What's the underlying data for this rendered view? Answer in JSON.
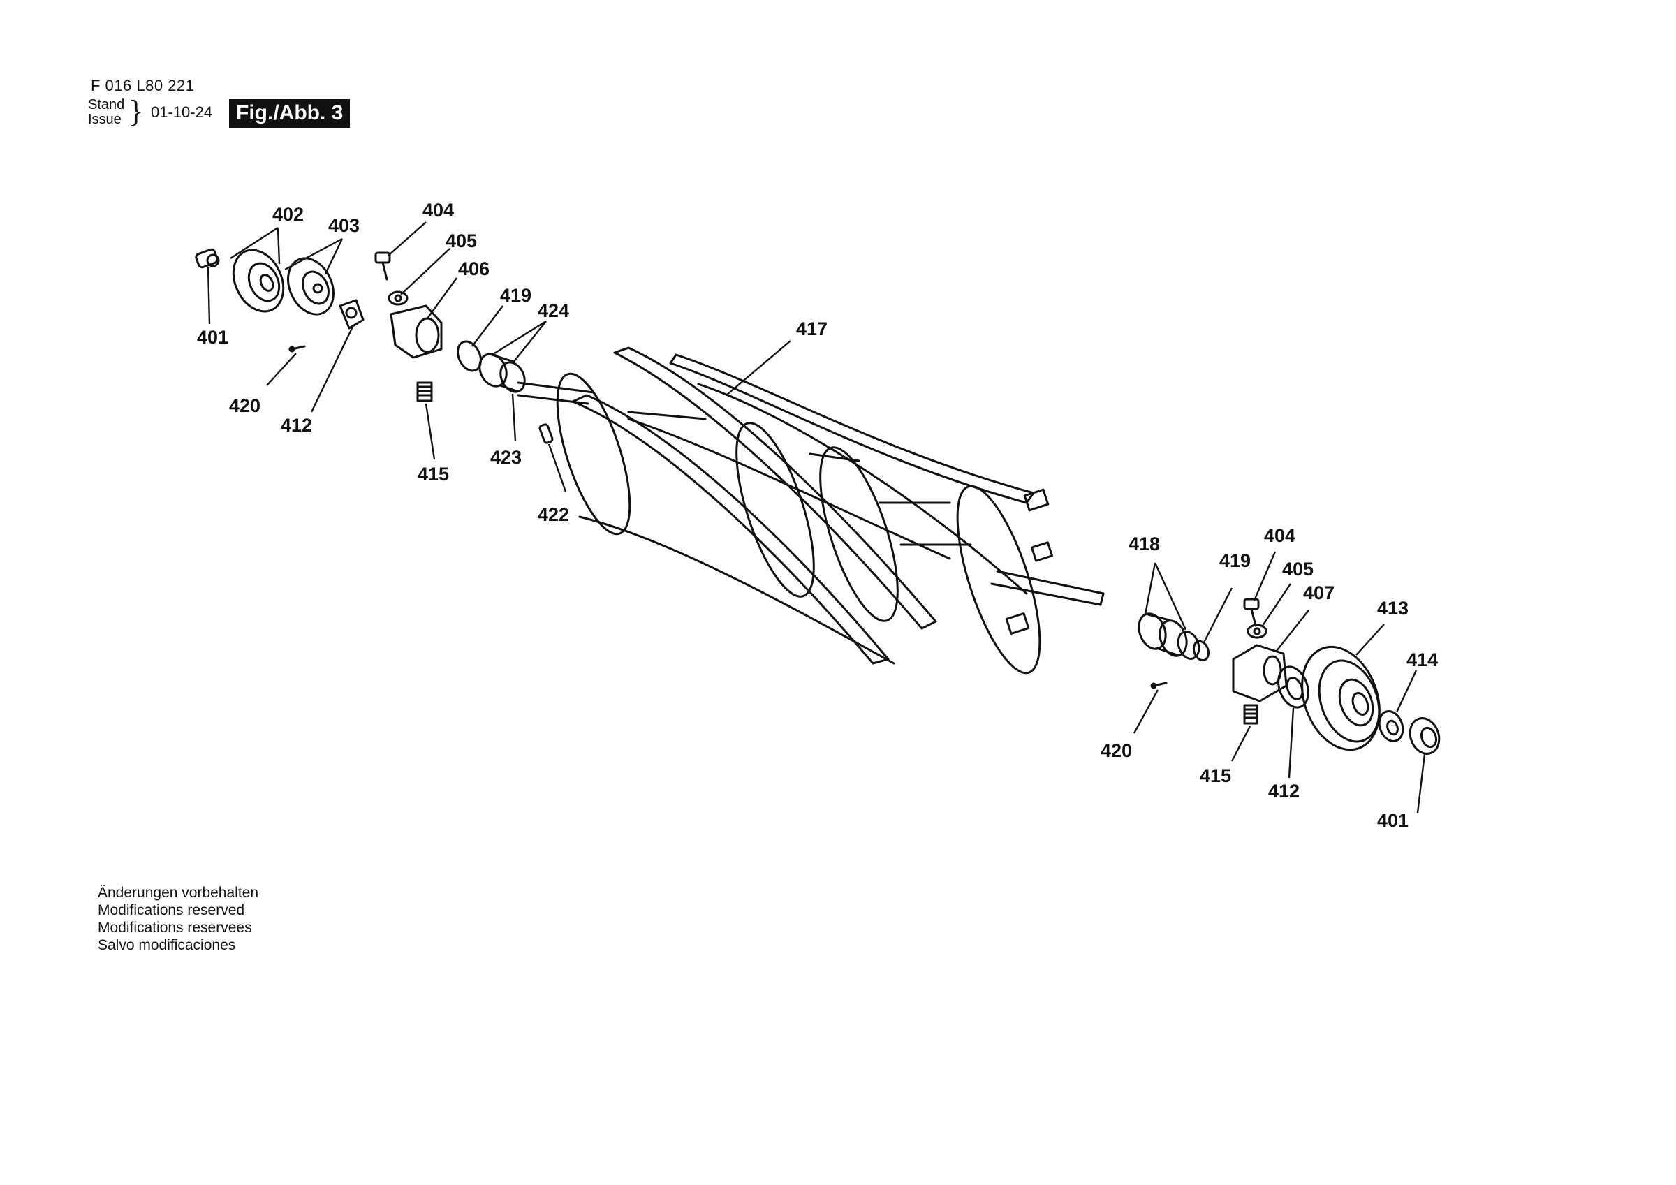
{
  "header": {
    "part_number": "F 016 L80 221",
    "stand_label": "Stand",
    "issue_label": "Issue",
    "date": "01-10-24",
    "figure_label": "Fig./Abb. 3"
  },
  "notes": [
    "Änderungen vorbehalten",
    "Modifications reserved",
    "Modifications reservees",
    "Salvo modificaciones"
  ],
  "callouts": {
    "left_401": "401",
    "left_402": "402",
    "left_403": "403",
    "left_404": "404",
    "left_405": "405",
    "left_406": "406",
    "left_412": "412",
    "left_415": "415",
    "left_419": "419",
    "left_420": "420",
    "center_417": "417",
    "center_422": "422",
    "center_423": "423",
    "center_424": "424",
    "right_401": "401",
    "right_404": "404",
    "right_405": "405",
    "right_407": "407",
    "right_412": "412",
    "right_413": "413",
    "right_414": "414",
    "right_415": "415",
    "right_418": "418",
    "right_419": "419",
    "right_420": "420"
  }
}
